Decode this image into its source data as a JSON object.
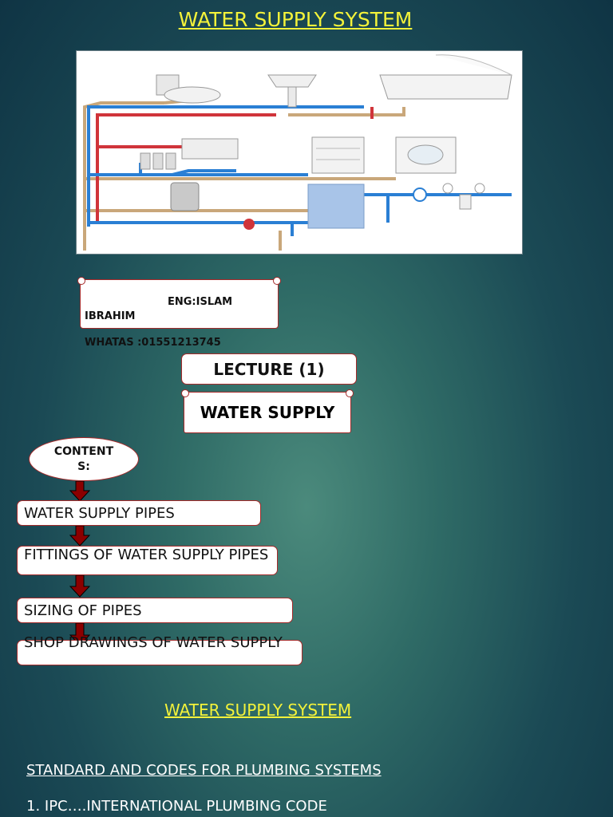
{
  "slide": {
    "title": "WATER SUPPLY SYSTEM",
    "diagram_alt": "water supply plumbing illustration"
  },
  "author": {
    "line1": "ENG:ISLAM",
    "line2": "IBRAHIM",
    "line3": "WHATAS :01551213745"
  },
  "lecture": {
    "label": "LECTURE (1)"
  },
  "topic": {
    "label": "WATER SUPPLY"
  },
  "contents": {
    "label_line1": "CONTENT",
    "label_line2": "S:",
    "items": [
      "WATER SUPPLY PIPES",
      "FITTINGS OF WATER SUPPLY PIPES",
      "SIZING OF PIPES",
      "SHOP DRAWINGS OF WATER SUPPLY"
    ]
  },
  "section": {
    "title": "WATER SUPPLY SYSTEM",
    "heading": "STANDARD AND CODES FOR PLUMBING SYSTEMS",
    "list": [
      "1.  IPC….INTERNATIONAL PLUMBING CODE"
    ]
  },
  "colors": {
    "title_yellow": "#f3f23a",
    "box_border": "#a52a2a",
    "pipe_blue": "#2a7fd4",
    "pipe_red": "#d0343a",
    "pipe_tan": "#c9a77a"
  }
}
